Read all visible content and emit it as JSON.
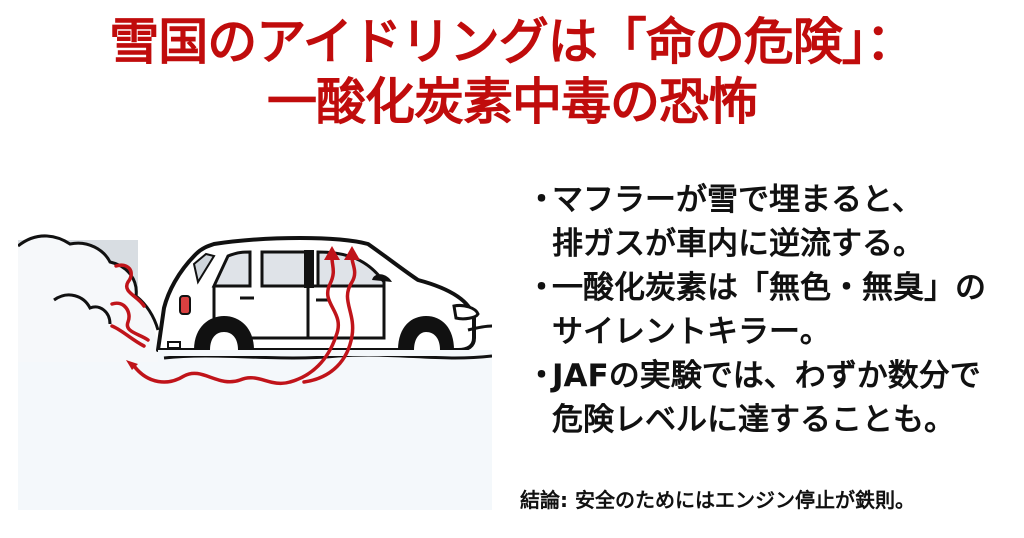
{
  "title": {
    "line1": "雪国のアイドリングは「命の危険」：",
    "line2": "一酸化炭素中毒の恐怖",
    "color": "#c00c0c"
  },
  "illustration": {
    "description": "Car stuck in snow with exhaust flowing back into the cabin",
    "icons": [
      "car-icon",
      "snow-cloud-icon",
      "exhaust-arrow-icon"
    ],
    "arrow_color": "#c0141a"
  },
  "bullets": [
    {
      "marker": "・",
      "lines": [
        "マフラーが雪で埋まると、",
        "排ガスが車内に逆流する。"
      ]
    },
    {
      "marker": "・",
      "lines": [
        "一酸化炭素は「無色・無臭」の",
        "サイレントキラー。"
      ]
    },
    {
      "marker": "・",
      "lines": [
        "JAFの実験では、わずか数分で",
        "危険レベルに達することも。"
      ]
    }
  ],
  "conclusion": "結論: 安全のためにはエンジン停止が鉄則。"
}
